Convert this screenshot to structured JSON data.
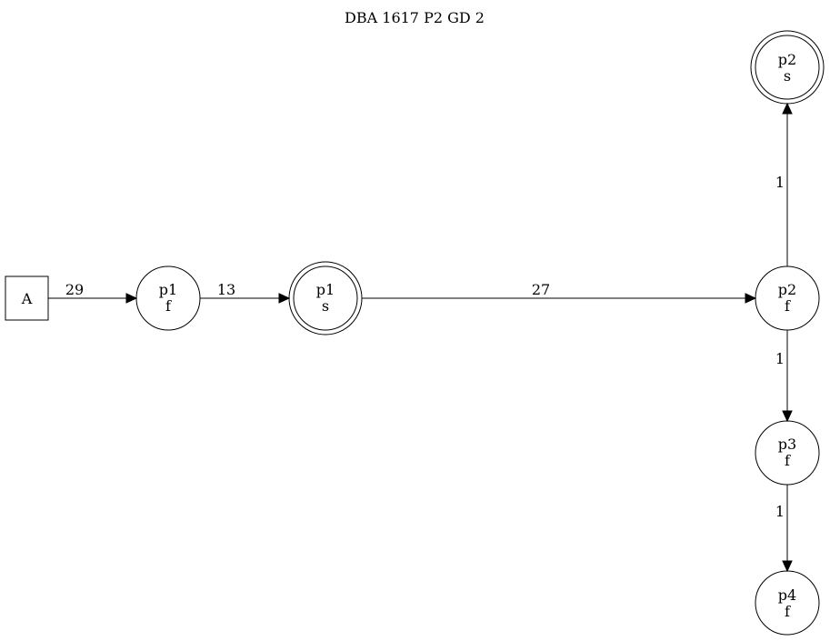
{
  "title": "DBA 1617 P2 GD 2",
  "nodes": {
    "A": {
      "line1": "A"
    },
    "p1f": {
      "line1": "p1",
      "line2": "f"
    },
    "p1s": {
      "line1": "p1",
      "line2": "s"
    },
    "p2f": {
      "line1": "p2",
      "line2": "f"
    },
    "p2s": {
      "line1": "p2",
      "line2": "s"
    },
    "p3f": {
      "line1": "p3",
      "line2": "f"
    },
    "p4f": {
      "line1": "p4",
      "line2": "f"
    }
  },
  "edges": {
    "A_p1f": {
      "from": "A",
      "to": "p1f",
      "label": "29"
    },
    "p1f_p1s": {
      "from": "p1f",
      "to": "p1s",
      "label": "13"
    },
    "p1s_p2f": {
      "from": "p1s",
      "to": "p2f",
      "label": "27"
    },
    "p2f_p2s": {
      "from": "p2f",
      "to": "p2s",
      "label": "1"
    },
    "p2f_p3f": {
      "from": "p2f",
      "to": "p3f",
      "label": "1"
    },
    "p3f_p4f": {
      "from": "p3f",
      "to": "p4f",
      "label": "1"
    }
  }
}
